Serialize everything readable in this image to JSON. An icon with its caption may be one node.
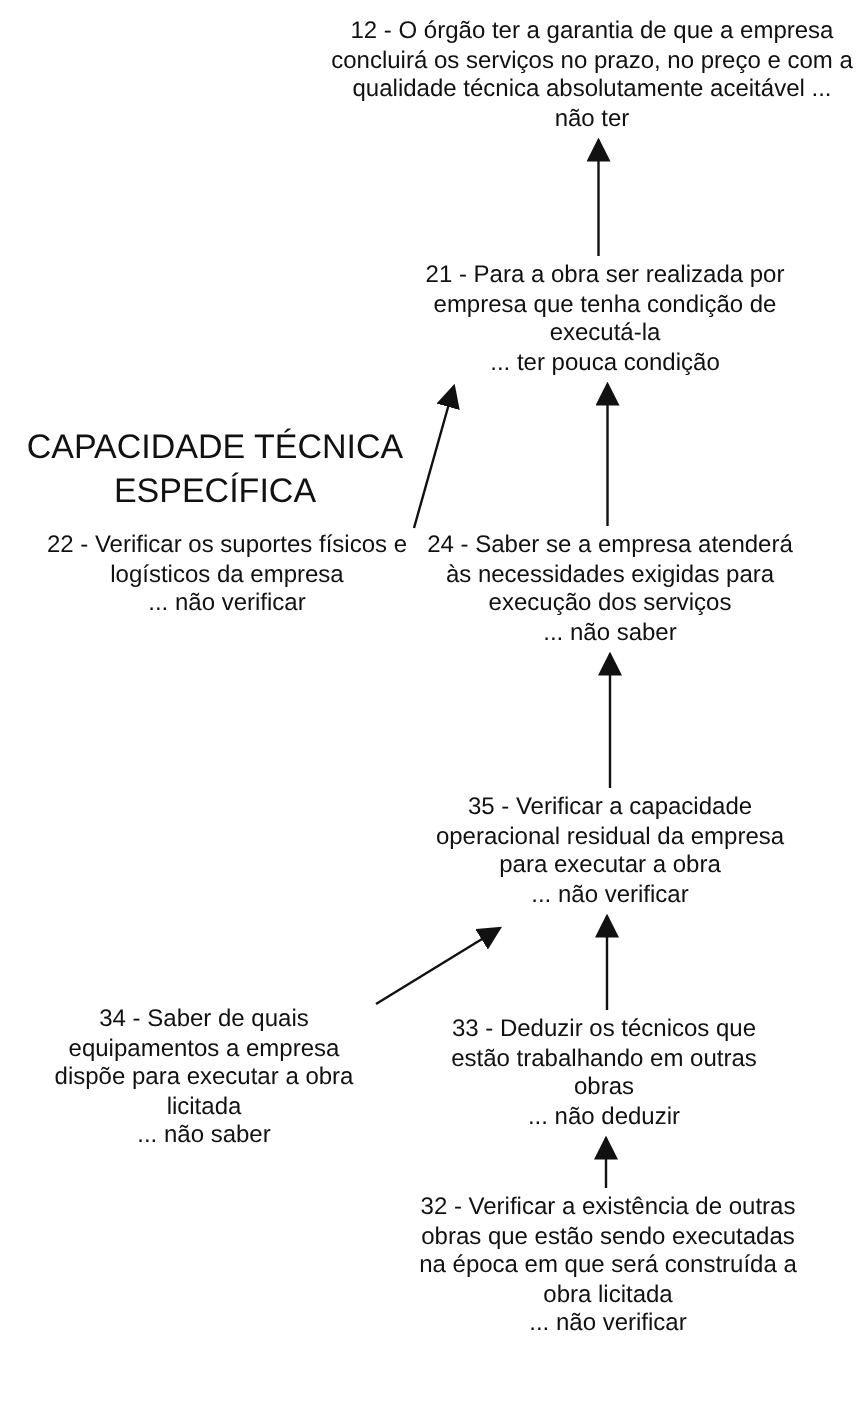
{
  "diagram": {
    "title": "CAPACIDADE TÉCNICA ESPECÍFICA",
    "nodes": [
      {
        "text": [
          "12 - O órgão ter a garantia de que a empresa concluirá os serviços no prazo, no preço e com a qualidade técnica absolutamente aceitável ... não ter"
        ]
      },
      {
        "text": [
          "21 - Para a obra ser realizada por empresa que tenha condição de executá-la",
          "... ter pouca condição"
        ]
      },
      {
        "text": [
          "24 - Saber se a empresa atenderá às necessidades exigidas para execução dos serviços",
          "... não saber"
        ]
      },
      {
        "text": [
          "22 - Verificar os suportes físicos e logísticos da empresa",
          "... não verificar"
        ]
      },
      {
        "text": [
          "35 - Verificar a capacidade operacional residual da empresa para executar a obra",
          "... não verificar"
        ]
      },
      {
        "text": [
          "34 - Saber de quais equipamentos a empresa dispõe para executar a obra licitada",
          "... não saber"
        ]
      },
      {
        "text": [
          "33 - Deduzir os técnicos que estão trabalhando em outras obras",
          "... não deduzir"
        ]
      },
      {
        "text": [
          "32 - Verificar a existência de outras obras que estão sendo executadas na época em que será construída a obra licitada",
          "... não verificar"
        ]
      }
    ],
    "edges": [
      {
        "from": 1,
        "to": 0,
        "arrow": "to"
      },
      {
        "from": 2,
        "to": 1,
        "arrow": "to"
      },
      {
        "from": 3,
        "to": 1,
        "arrow": "to"
      },
      {
        "from": 4,
        "to": 2,
        "arrow": "to"
      },
      {
        "from": 6,
        "to": 4,
        "arrow": "to"
      },
      {
        "from": 5,
        "to": 4,
        "arrow": "to"
      },
      {
        "from": 7,
        "to": 6,
        "arrow": "to"
      }
    ]
  }
}
